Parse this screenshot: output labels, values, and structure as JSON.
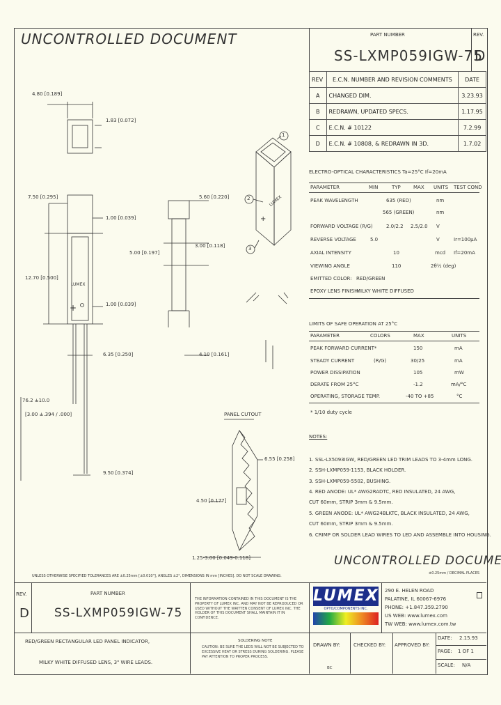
{
  "header": {
    "uncontrolled": "UNCONTROLLED  DOCUMENT",
    "part_number_label": "PART NUMBER",
    "part_number": "SS-LXMP059IGW-75",
    "rev_label": "REV.",
    "rev": "D"
  },
  "revision_table": {
    "headers": [
      "REV",
      "E.C.N. NUMBER AND REVISION COMMENTS",
      "DATE"
    ],
    "rows": [
      [
        "A",
        "CHANGED DIM.",
        "3.23.93"
      ],
      [
        "B",
        "REDRAWN, UPDATED SPECS.",
        "1.17.95"
      ],
      [
        "C",
        "E.C.N. # 10122",
        "7.2.99"
      ],
      [
        "D",
        "E.C.N. # 10808, & REDRAWN IN 3D.",
        "1.7.02"
      ]
    ]
  },
  "dimensions": {
    "d1": "4.80 [0.189]",
    "d2": "1.83 [0.072]",
    "d3": "7.50 [0.295]",
    "d4": "1.00 [0.039]",
    "d5": "5.60 [0.220]",
    "d6": "5.00 [0.197]",
    "d7": "3.00 [0.118]",
    "d8": "12.70 [0.500]",
    "d9": "1.00 [0.039]",
    "d10": "6.35 [0.250]",
    "d11": "4.10 [0.161]",
    "d12": "76.2 ±10.0",
    "d13": "[3.00 ±.394 / .000]",
    "d14": "9.50 [0.374]",
    "d15": "6.55 [0.258]",
    "d16": "4.50 [0.177]",
    "d17": "1.25-3.00 [0.049-0.118]",
    "panel_cutout": "PANEL CUTOUT",
    "lumex_mark": "LUMEX",
    "plus_mark": "+"
  },
  "callouts": [
    "1",
    "2",
    "3"
  ],
  "electro_optical": {
    "title": "ELECTRO-OPTICAL CHARACTERISTICS Ta=25°C     If=20mA",
    "headers": [
      "PARAMETER",
      "MIN",
      "TYP",
      "MAX",
      "UNITS",
      "TEST COND"
    ],
    "rows": [
      [
        "PEAK WAVELENGTH",
        "",
        "635 (RED)",
        "",
        "nm",
        ""
      ],
      [
        "",
        "",
        "565 (GREEN)",
        "",
        "nm",
        ""
      ],
      [
        "FORWARD VOLTAGE (R/G)",
        "",
        "2.0/2.2",
        "2.5/2.0",
        "V",
        ""
      ],
      [
        "REVERSE VOLTAGE",
        "5.0",
        "",
        "",
        "V",
        "Ir=100μA"
      ],
      [
        "AXIAL INTENSITY",
        "",
        "10",
        "",
        "mcd",
        "If=20mA"
      ],
      [
        "VIEWING ANGLE",
        "",
        "110",
        "",
        "2θ½ (deg)",
        ""
      ],
      [
        "EMITTED COLOR:",
        "RED/GREEN",
        "",
        "",
        "",
        ""
      ],
      [
        "EPOXY LENS FINISH:",
        "MILKY WHITE DIFFUSED",
        "",
        "",
        "",
        ""
      ]
    ]
  },
  "abs_max": {
    "title": "LIMITS OF SAFE OPERATION AT 25°C",
    "headers": [
      "PARAMETER",
      "COLORS",
      "MAX",
      "UNITS"
    ],
    "rows": [
      [
        "PEAK FORWARD CURRENT*",
        "",
        "150",
        "mA"
      ],
      [
        "STEADY CURRENT",
        "(R/G)",
        "30/25",
        "mA"
      ],
      [
        "POWER DISSIPATION",
        "",
        "105",
        "mW"
      ],
      [
        "DERATE FROM 25°C",
        "",
        "-1.2",
        "mA/°C"
      ],
      [
        "OPERATING, STORAGE TEMP.",
        "",
        "-40 TO +85",
        "°C"
      ]
    ],
    "footnote": "* 1/10 duty cycle"
  },
  "notes": {
    "title": "NOTES:",
    "items": [
      "1. SSL-LX5093IGW, RED/GREEN LED TRIM LEADS TO 3-4mm LONG.",
      "2. SSH-LXMP059-1153, BLACK HOLDER.",
      "3. SSH-LXMP059-5502, BUSHING.",
      "4. RED ANODE: UL* AWG2RADTC, RED INSULATED, 24 AWG,",
      "   CUT 60mm, STRIP 3mm & 9.5mm.",
      "5. GREEN ANODE: UL* AWG24BLKTC, BLACK INSULATED, 24 AWG,",
      "   CUT 60mm, STRIP 3mm & 9.5mm.",
      "6. CRIMP OR SOLDER LEAD WIRES TO LED AND ASSEMBLE INTO HOUSING."
    ]
  },
  "tolerance_line": "UNLESS OTHERWISE SPECIFIED TOLERANCES ARE ±0.25mm [±0.010\"], ANGLES ±2°, DIMENSIONS IN mm [INCHES]. DO NOT SCALE DRAWING.",
  "tolerance_right": "±0.25mm / DECIMAL PLACES",
  "title_block": {
    "rev_label": "REV.",
    "rev": "D",
    "part_number_label": "PART NUMBER",
    "part_number": "SS-LXMP059IGW-75",
    "confidential": "THE INFORMATION CONTAINED IN THIS DOCUMENT IS THE PROPERTY OF LUMEX INC. AND MAY NOT BE REPRODUCED OR USED WITHOUT THE WRITTEN CONSENT OF LUMEX INC. THE HOLDER OF THIS DOCUMENT SHALL MAINTAIN IT IN CONFIDENCE.",
    "note_title": "SOLDERING NOTE",
    "note_text": "CAUTION: BE SURE THE LEDS WILL NOT BE SUBJECTED TO EXCESSIVE HEAT OR STRESS DURING SOLDERING. PLEASE PAY ATTENTION TO PROPER PROCESS.",
    "logo_text": "LUMEX",
    "logo_sub": "OPTO/COMPONENTS INC.",
    "address": [
      "290 E. HELEN ROAD",
      "PALATINE, IL  60067-6976",
      "PHONE: +1.847.359.2790",
      "US WEB: www.lumex.com",
      "TW WEB: www.lumex.com.tw"
    ],
    "description": [
      "RED/GREEN RECTANGULAR LED PANEL INDICATOR,",
      "MILKY WHITE DIFFUSED LENS, 3\" WIRE LEADS."
    ],
    "drawn_label": "DRAWN BY:",
    "drawn": "BC",
    "checked_label": "CHECKED BY:",
    "approved_label": "APPROVED BY:",
    "date_label": "DATE:",
    "date": "2.15.93",
    "page_label": "PAGE:",
    "page": "1 OF 1",
    "scale_label": "SCALE:",
    "scale": "N/A"
  },
  "uncontrolled_footer": "UNCONTROLLED  DOCUMENT"
}
